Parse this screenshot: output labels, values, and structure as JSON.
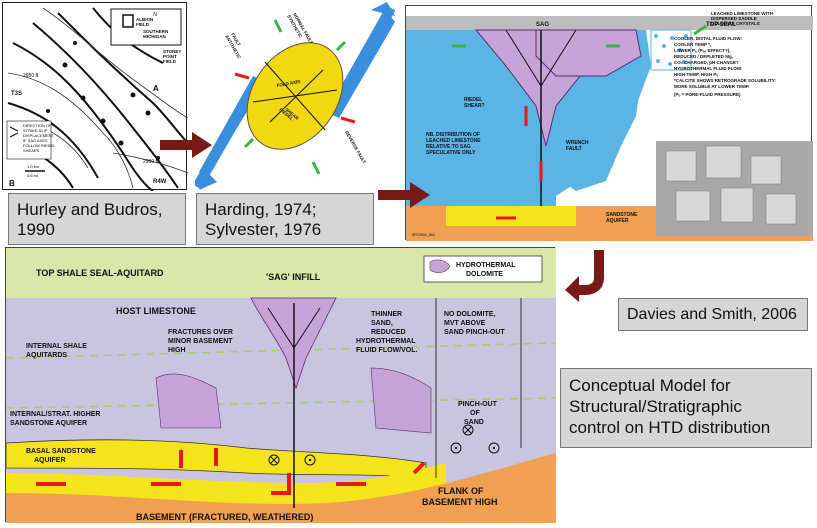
{
  "captions": {
    "hurley": [
      "Hurley and Budros,",
      "1990"
    ],
    "harding": [
      "Harding, 1974;",
      "Sylvester, 1976"
    ],
    "davies": "Davies and Smith, 2006",
    "conceptual": [
      "Conceptual Model for",
      "Structural/Stratigraphic",
      "control on HTD distribution"
    ]
  },
  "map": {
    "panel_a": "A",
    "panel_b": "B",
    "inset": [
      "ALBION",
      "FIELD",
      "SOUTHERN",
      "MICHIGAN",
      "STONEY",
      "POINT",
      "FIELD"
    ],
    "contours": [
      "2950 ft",
      "2900 ft"
    ],
    "township": "T3S",
    "range": "R4W",
    "legend": [
      "DIRECTION OF",
      "STRIKE-SLIP",
      "DISPLACEMENT",
      "IF SAG AXES",
      "FOLLOW RIEDEL",
      "SHEARS"
    ],
    "scale": [
      "1.0 km",
      "0.6 mi"
    ]
  },
  "ellipse": {
    "labels": [
      "SYNTHETIC",
      "NORMAL FAULT",
      "FOLD AXIS",
      "ANTITHETIC",
      "FAULT",
      "RIEDEL",
      "SHEAR",
      "REVERSE FAULT"
    ]
  },
  "sag": {
    "sag": "SAG",
    "top_seal": "TOP SEAL",
    "leached": [
      "LEACHED LIMESTONE WITH",
      "DISPERSED SADDLE",
      "DOLOMITE CRYSTALS"
    ],
    "notes": [
      "COOLER, DISTAL FLUID FLOW:",
      "COOLER TEMP *,",
      "LOWER Pₒ (Pₒₒ EFFECT?),",
      "REDUCED / DEPLETED Mg,",
      "CO₂ CHARGED, pH CHANGE?",
      "HYDROTHERMAL FLUID FLOW:",
      "HIGH TEMP, HIGH Pₒ",
      "*CALCITE SHOWS RETROGRADE SOLUBILITY:",
      "MORE SOLUBLE AT LOWER TEMP.",
      "(Pₒ = PORE-FLUID PRESSURE)"
    ],
    "riedel": [
      "RIEDEL",
      "SHEAR?"
    ],
    "nb": [
      "NB. DISTRIBUTION OF",
      "LEACHED LIMESTONE",
      "RELATIVE TO SAG",
      "SPECULATIVE ONLY"
    ],
    "wrench": [
      "WRENCH",
      "FAULT"
    ],
    "sandstone": [
      "SANDSTONE",
      "AQUIFER"
    ],
    "ref": "SPC2001_004"
  },
  "model": {
    "top_shale": "TOP SHALE SEAL-AQUITARD",
    "sag_infill": "'SAG' INFILL",
    "legend": [
      "HYDROTHERMAL",
      "DOLOMITE"
    ],
    "host": "HOST LIMESTONE",
    "fractures": [
      "FRACTURES OVER",
      "MINOR BASEMENT",
      "HIGH"
    ],
    "internal_shale": [
      "INTERNAL SHALE",
      "AQUITARDS"
    ],
    "thinner": [
      "THINNER",
      "SAND,",
      "REDUCED",
      "HYDROTHERMAL",
      "FLUID FLOW/VOL."
    ],
    "no_dolomite": [
      "NO DOLOMITE,",
      "MVT ABOVE",
      "SAND PINCH-OUT"
    ],
    "internal_strat": [
      "INTERNAL/STRAT. HIGHER",
      "SANDSTONE AQUIFER"
    ],
    "basal": [
      "BASAL SANDSTONE",
      "AQUIFER"
    ],
    "pinchout": [
      "PINCH-OUT",
      "OF",
      "SAND"
    ],
    "flank": [
      "FLANK OF",
      "BASEMENT HIGH"
    ],
    "basement": "BASEMENT (FRACTURED, WEATHERED)"
  },
  "colors": {
    "blue": "#5ab4e6",
    "yellow": "#f5e31b",
    "purple": "#c6a4d8",
    "lilac": "#c9c4df",
    "green": "#d9e8a8",
    "orange": "#f0a050",
    "maroon": "#7a1a16",
    "red": "#e41b1b"
  }
}
